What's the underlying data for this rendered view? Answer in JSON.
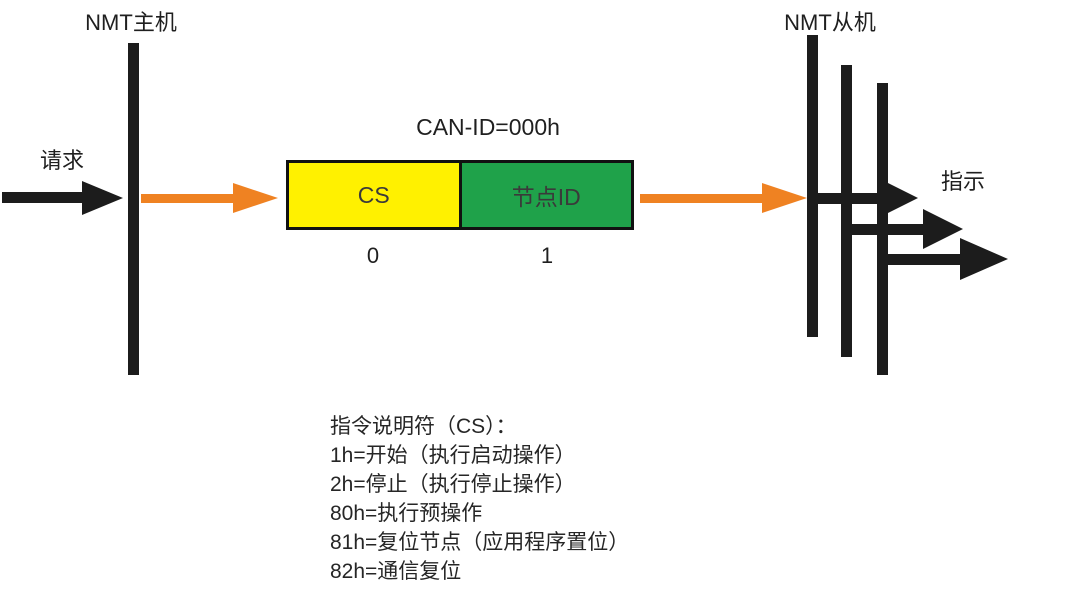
{
  "diagram": {
    "master": {
      "title": "NMT主机",
      "request_label": "请求"
    },
    "slave": {
      "title": "NMT从机",
      "indication_label": "指示"
    },
    "frame": {
      "can_id_label": "CAN-ID=000h",
      "cells": [
        {
          "label": "CS",
          "byte_index": "0",
          "color": "#FFF100"
        },
        {
          "label": "节点ID",
          "byte_index": "1",
          "color": "#1FA24A"
        }
      ]
    },
    "legend": {
      "title": "指令说明符（CS）：",
      "items": [
        "1h=开始（执行启动操作）",
        "2h=停止（执行停止操作）",
        "80h=执行预操作",
        "81h=复位节点（应用程序置位）",
        "82h=通信复位"
      ]
    },
    "colors": {
      "arrow_orange": "#EF8222",
      "ink_black": "#1C1C1C",
      "cell_yellow": "#FFF100",
      "cell_green": "#1FA24A"
    }
  }
}
